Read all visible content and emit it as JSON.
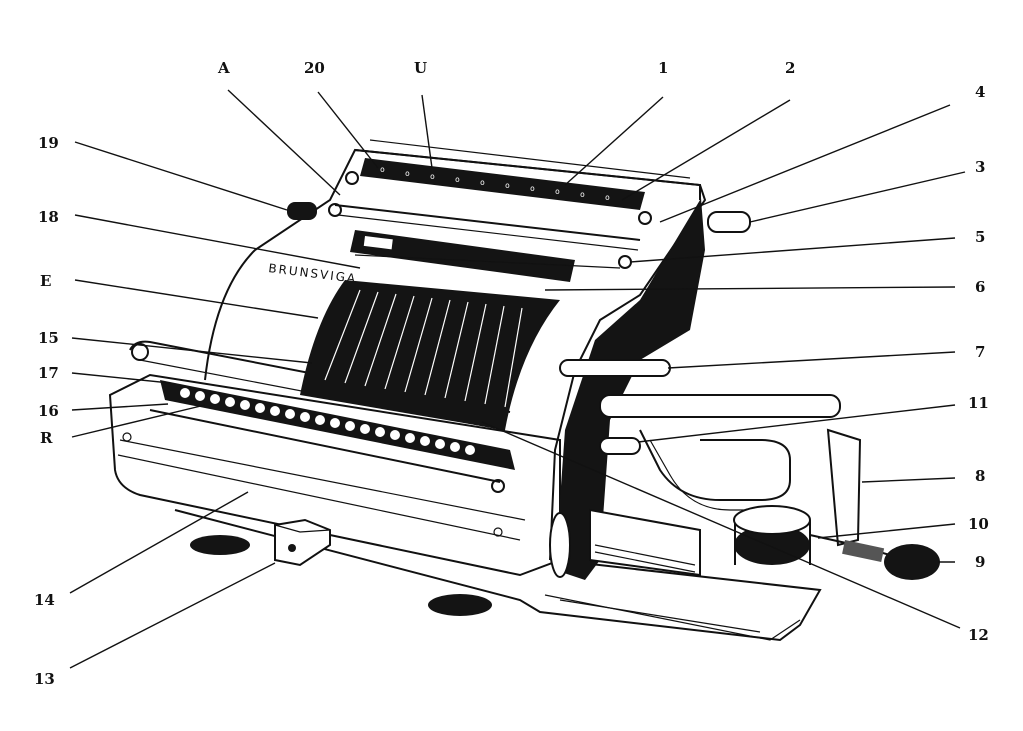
{
  "machine": {
    "brand": "BRUNSVIGA"
  },
  "callouts": [
    {
      "id": "A",
      "text": "A"
    },
    {
      "id": "20",
      "text": "20"
    },
    {
      "id": "U",
      "text": "U"
    },
    {
      "id": "1",
      "text": "1"
    },
    {
      "id": "2",
      "text": "2"
    },
    {
      "id": "4",
      "text": "4"
    },
    {
      "id": "3",
      "text": "3"
    },
    {
      "id": "19",
      "text": "19"
    },
    {
      "id": "18",
      "text": "18"
    },
    {
      "id": "5",
      "text": "5"
    },
    {
      "id": "E",
      "text": "E"
    },
    {
      "id": "6",
      "text": "6"
    },
    {
      "id": "15",
      "text": "15"
    },
    {
      "id": "7",
      "text": "7"
    },
    {
      "id": "17",
      "text": "17"
    },
    {
      "id": "16",
      "text": "16"
    },
    {
      "id": "11",
      "text": "11"
    },
    {
      "id": "R",
      "text": "R"
    },
    {
      "id": "8",
      "text": "8"
    },
    {
      "id": "10",
      "text": "10"
    },
    {
      "id": "9",
      "text": "9"
    },
    {
      "id": "14",
      "text": "14"
    },
    {
      "id": "12",
      "text": "12"
    },
    {
      "id": "13",
      "text": "13"
    }
  ]
}
